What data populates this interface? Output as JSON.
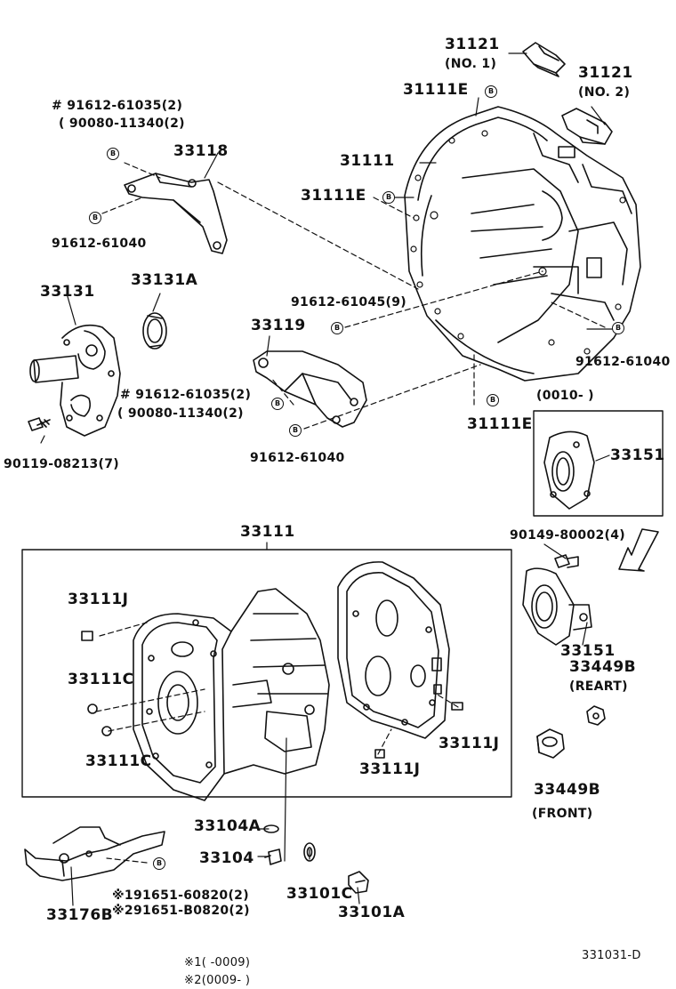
{
  "diagram": {
    "badge": "B",
    "labels": {
      "p31121_no1": "31121",
      "p31121_no1_sub": "(NO. 1)",
      "p31121_no2": "31121",
      "p31121_no2_sub": "(NO. 2)",
      "p31111E_top": "31111E",
      "p31111": "31111",
      "p31111E_mid": "31111E",
      "p31111E_bottom": "31111E",
      "p91612_61035_top": "# 91612-61035(2)",
      "p90080_11340_top": "( 90080-11340(2)",
      "p33118": "33118",
      "p91612_61040_left": "91612-61040",
      "p33131": "33131",
      "p33131A": "33131A",
      "p91612_61045": "91612-61045(9)",
      "p33119": "33119",
      "p91612_61040_right": "91612-61040",
      "p91612_61035_mid": "# 91612-61035(2)",
      "p90080_11340_mid": "( 90080-11340(2)",
      "p90119_08213": "90119-08213(7)",
      "p91612_61040_low": "91612-61040",
      "p0010": "(0010-        )",
      "p33151_box": "33151",
      "p33111_group": "33111",
      "p90149_80002": "90149-80002(4)",
      "p33111J_a": "33111J",
      "p33151_main": "33151",
      "p33449B_rear": "33449B",
      "p33449B_rear_sub": "(REART)",
      "p33111C_a": "33111C",
      "p33111C_b": "33111C",
      "p33111J_b": "33111J",
      "p33111J_c": "33111J",
      "p33449B_front": "33449B",
      "p33449B_front_sub": "(FRONT)",
      "p33104A": "33104A",
      "p33104": "33104",
      "p33101C": "33101C",
      "p33101A": "33101A",
      "p91651_60820": "※191651-60820(2)",
      "p91651_B0820": "※291651-B0820(2)",
      "p33176B": "33176B",
      "note1": "※1(       -0009)",
      "note2": "※2(0009-        )",
      "fig_code": "331031-D"
    }
  }
}
